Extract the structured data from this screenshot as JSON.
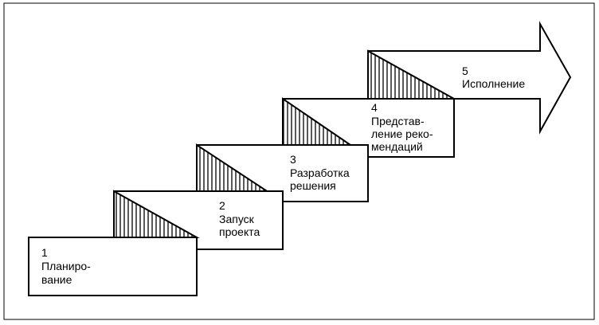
{
  "steps": [
    {
      "number": "1",
      "lines": [
        "Планиро-",
        "вание"
      ]
    },
    {
      "number": "2",
      "lines": [
        "Запуск",
        "проекта"
      ]
    },
    {
      "number": "3",
      "lines": [
        "Разработка",
        "решения"
      ]
    },
    {
      "number": "4",
      "lines": [
        "Представ-",
        "ление реко-",
        "мендаций"
      ]
    },
    {
      "number": "5",
      "lines": [
        "Исполнение"
      ]
    }
  ]
}
